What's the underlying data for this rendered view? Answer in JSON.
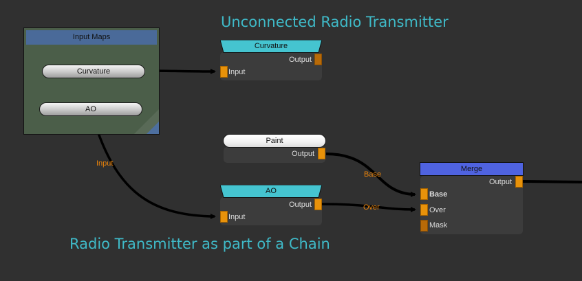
{
  "captions": {
    "top": "Unconnected Radio Transmitter",
    "bottom": "Radio Transmitter as part of a Chain"
  },
  "colors": {
    "background": "#303030",
    "caption": "#3fbac8",
    "frame": "#4b5e49",
    "frame_title": "#4a6a99",
    "transmitter_head": "#45c4d0",
    "merge_head": "#4f63e0",
    "port": "#e8920a",
    "wire_label": "#e8820a",
    "node_body": "#3c3c3c"
  },
  "frame": {
    "title": "Input Maps",
    "nodes": [
      {
        "label": "Curvature"
      },
      {
        "label": "AO"
      }
    ]
  },
  "nodes": {
    "curvature_transmitter": {
      "title": "Curvature",
      "output": "Output",
      "input": "Input"
    },
    "paint": {
      "title": "Paint",
      "output": "Output"
    },
    "ao_transmitter": {
      "title": "AO",
      "output": "Output",
      "input": "Input"
    },
    "merge": {
      "title": "Merge",
      "output": "Output",
      "inputs": [
        "Base",
        "Over",
        "Mask"
      ]
    }
  },
  "wire_labels": {
    "ao_to_transmitter": "Input",
    "paint_to_merge": "Base",
    "ao_to_merge": "Over"
  }
}
